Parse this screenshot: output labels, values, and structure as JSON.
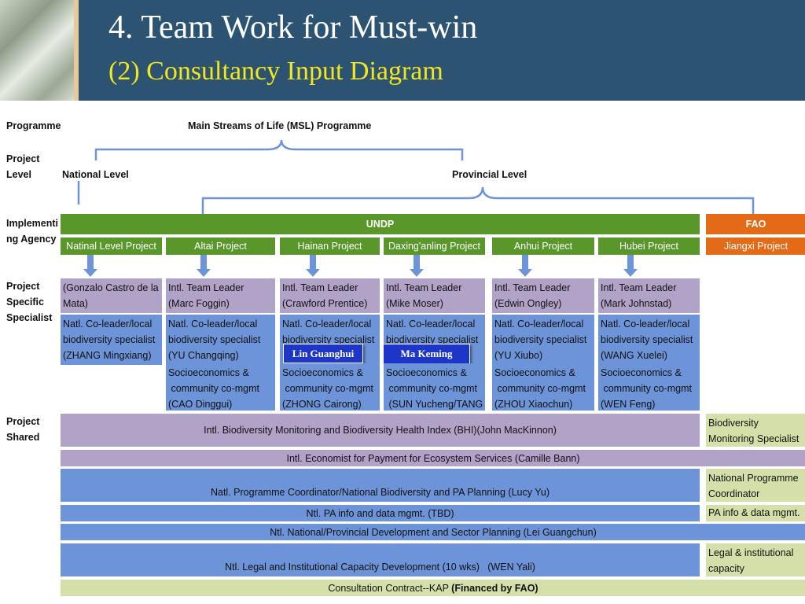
{
  "header": {
    "title": "4. Team Work for Must-win",
    "subtitle": "(2) Consultancy Input Diagram"
  },
  "row_labels": {
    "programme": "Programme",
    "project_level": [
      "Project",
      "Level"
    ],
    "implementing_agency": [
      "Implementi",
      "ng Agency"
    ],
    "project_specific": [
      "Project",
      "Specific",
      "Specialist"
    ],
    "project_shared": [
      "Project",
      "Shared"
    ]
  },
  "programme_name": "Main Streams of Life (MSL) Programme",
  "levels": {
    "national": "National Level",
    "provincial": "Provincial Level"
  },
  "agencies": {
    "undp": "UNDP",
    "fao": "FAO"
  },
  "projects": [
    {
      "name": "Natinal Level Project",
      "leader": [
        "(Gonzalo Castro de la",
        "Mata)"
      ],
      "coleader": [
        "Natl. Co-leader/local",
        "biodiversity specialist",
        "(ZHANG Mingxiang)"
      ]
    },
    {
      "name": "Altai Project",
      "leader": [
        "Intl. Team Leader",
        "(Marc Foggin)"
      ],
      "coleader": [
        "Natl. Co-leader/local",
        "biodiversity specialist",
        "(YU Changqing)"
      ],
      "socio": [
        "Socioeconomics &",
        " community co-mgmt",
        "(CAO Dinggui)"
      ]
    },
    {
      "name": "Hainan Project",
      "leader": [
        "Intl. Team Leader",
        "(Crawford Prentice)"
      ],
      "coleader": [
        "Natl. Co-leader/local",
        "biodiversity specialist"
      ],
      "socio": [
        "Socioeconomics &",
        " community co-mgmt",
        "(ZHONG Cairong)"
      ],
      "tag": "Lin Guanghui"
    },
    {
      "name": "Daxing'anling Project",
      "leader": [
        "Intl. Team Leader",
        "(Mike Moser)"
      ],
      "coleader": [
        "Natl. Co-leader/local",
        "biodiversity specialist"
      ],
      "socio": [
        "Socioeconomics &",
        " community co-mgmt",
        " (SUN Yucheng/TANG"
      ],
      "tag": "Ma Keming"
    },
    {
      "name": "Anhui Project",
      "leader": [
        "Intl. Team Leader",
        "(Edwin Ongley)"
      ],
      "coleader": [
        "Natl. Co-leader/local",
        "biodiversity specialist",
        "(YU Xiubo)"
      ],
      "socio": [
        "Socioeconomics &",
        " community co-mgmt",
        "(ZHOU Xiaochun)"
      ]
    },
    {
      "name": "Hubei Project",
      "leader": [
        "Intl. Team Leader",
        "(Mark Johnstad)"
      ],
      "coleader": [
        "Natl. Co-leader/local",
        "biodiversity specialist",
        "(WANG Xuelei)"
      ],
      "socio": [
        "Socioeconomics &",
        " community co-mgmt",
        "(WEN Feng)"
      ]
    }
  ],
  "fao_project": "Jiangxi Project",
  "shared": [
    {
      "text": "Intl. Biodiversity Monitoring and Biodiversity Health Index (BHI)(John MacKinnon)",
      "side": [
        "Biodiversity",
        "Monitoring Specialist"
      ]
    },
    {
      "text": "Intl. Economist for Payment for Ecosystem Services (Camille Bann)"
    },
    {
      "text": "Natl. Programme Coordinator/National Biodiversity and PA Planning (Lucy Yu)",
      "side": [
        "National Programme",
        "Coordinator"
      ]
    },
    {
      "text": "Ntl. PA info and data mgmt. (TBD)",
      "side": [
        "PA info & data mgmt."
      ]
    },
    {
      "text": "Ntl. National/Provincial Development and Sector Planning (Lei Guangchun)"
    },
    {
      "text": "Ntl. Legal and Institutional Capacity Development (10 wks)   (WEN Yali)",
      "side": [
        "Legal & institutional",
        "capacity"
      ]
    },
    {
      "text": "Consultation Contract--KAP ",
      "bold": "(Financed by FAO)"
    }
  ],
  "colors": {
    "header_bg": "#2c5472",
    "title": "#ffffff",
    "subtitle": "#f5e61e",
    "undp_green": "#59972a",
    "fao_orange": "#e36a17",
    "leader_purple": "#b1a2c8",
    "specialist_blue": "#6d93d8",
    "fao_side_green": "#d4dfa9",
    "tag_blue": "#1e36c7"
  }
}
